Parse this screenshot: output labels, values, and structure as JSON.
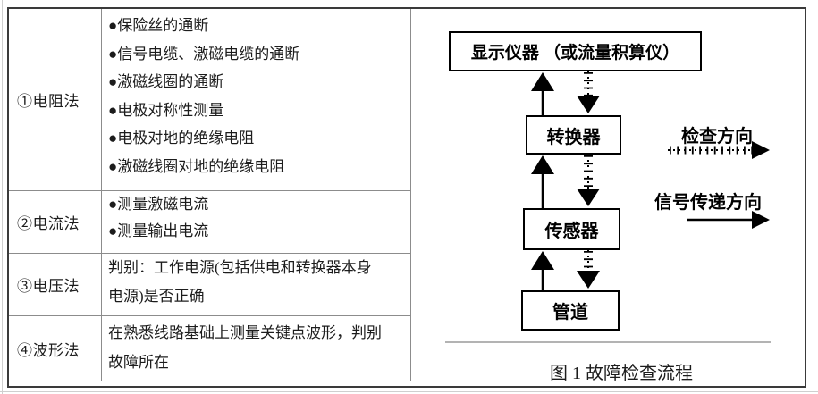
{
  "table": {
    "rows": [
      {
        "method": "①电阻法",
        "lines": [
          "●保险丝的通断",
          "●信号电缆、激磁电缆的通断",
          "●激磁线圈的通断",
          "●电极对称性测量",
          "●电极对地的绝缘电阻",
          "●激磁线圈对地的绝缘电阻"
        ]
      },
      {
        "method": "②电流法",
        "lines": [
          "●测量激磁电流",
          "●测量输出电流"
        ]
      },
      {
        "method": "③电压法",
        "lines": [
          "判别：工作电源(包括供电和转换器本身",
          "电源)是否正确"
        ]
      },
      {
        "method": "④波形法",
        "lines": [
          "在熟悉线路基础上测量关键点波形，判别",
          "故障所在"
        ]
      }
    ]
  },
  "diagram": {
    "boxes": [
      {
        "label": "显示仪器 （或流量积算仪）"
      },
      {
        "label": "转换器"
      },
      {
        "label": "传感器"
      },
      {
        "label": "管道"
      }
    ],
    "legend": {
      "check_direction_label": "检查方向",
      "signal_direction_label": "信号传递方向"
    },
    "caption": "图 1 故障检查流程"
  },
  "colors": {
    "text": "#1c1c1c",
    "outer_border": "#3a3a3a",
    "inner_border": "#8c8c8c",
    "diagram_line": "#000000"
  }
}
